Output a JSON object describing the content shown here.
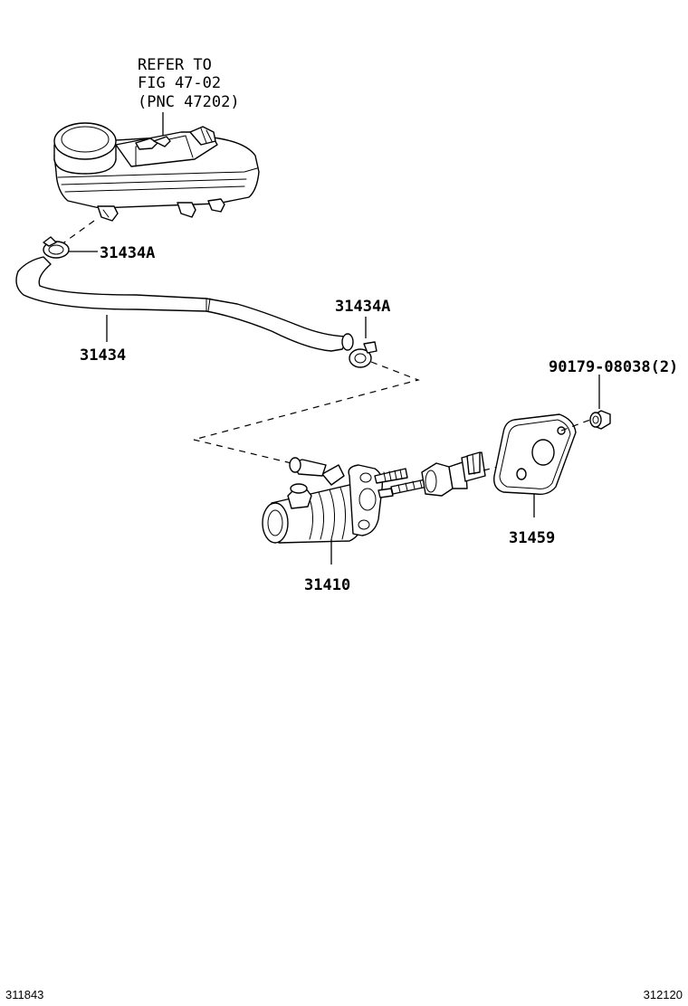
{
  "refer_note": {
    "line1": "REFER TO",
    "line2": "FIG 47-02",
    "line3": "(PNC 47202)"
  },
  "parts": {
    "clamp_top": "31434A",
    "hose": "31434",
    "clamp_bottom": "31434A",
    "nut": "90179-08038(2)",
    "gasket": "31459",
    "master_cylinder": "31410"
  },
  "footer": {
    "left_code": "311843",
    "right_code": "312120"
  }
}
